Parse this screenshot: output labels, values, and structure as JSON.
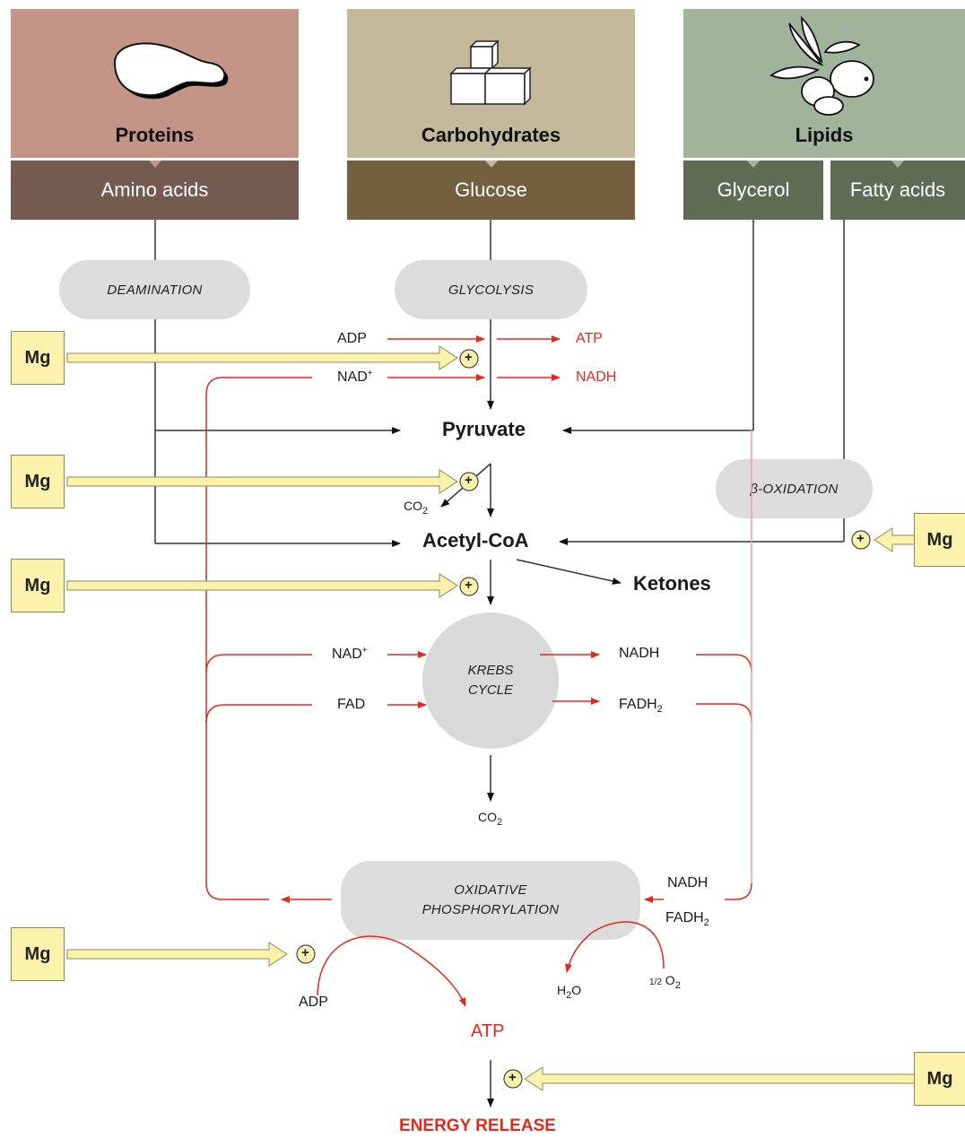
{
  "colors": {
    "proteins_panel": "#c49486",
    "proteins_bar": "#735b51",
    "carbs_panel": "#c4b89b",
    "carbs_bar": "#72603e",
    "lipids_panel": "#a0b39b",
    "lipids_bar": "#5e6b55",
    "process_gray": "#dcdcdc",
    "mg_fill": "#fdf2ab",
    "red_accent": "#e3291b"
  },
  "sources": [
    {
      "title": "Proteins",
      "icon": "meat-icon",
      "product": "Amino acids"
    },
    {
      "title": "Carbohydrates",
      "icon": "sugar-cubes-icon",
      "product": "Glucose"
    },
    {
      "title": "Lipids",
      "icon": "olives-icon",
      "products": [
        "Glycerol",
        "Fatty acids"
      ]
    }
  ],
  "processes": {
    "deamination": "DEAMINATION",
    "glycolysis": "GLYCOLYSIS",
    "beta_oxidation": "β-OXIDATION",
    "krebs_line1": "KREBS",
    "krebs_line2": "CYCLE",
    "oxphos_line1": "OXIDATIVE",
    "oxphos_line2": "PHOSPHORYLATION"
  },
  "intermediates": {
    "pyruvate": "Pyruvate",
    "acetyl_coa": "Acetyl-CoA",
    "ketones": "Ketones"
  },
  "cofactors": {
    "adp": "ADP",
    "atp": "ATP",
    "nad": "NAD",
    "nad_charge": "+",
    "nadh": "NADH",
    "fad": "FAD",
    "fadh": "FADH",
    "two": "2",
    "co": "CO",
    "h": "H",
    "o": "O",
    "half": "1/2",
    "plus": "+"
  },
  "mg_label": "Mg",
  "output": {
    "atp": "ATP",
    "energy_release": "ENERGY RELEASE"
  }
}
